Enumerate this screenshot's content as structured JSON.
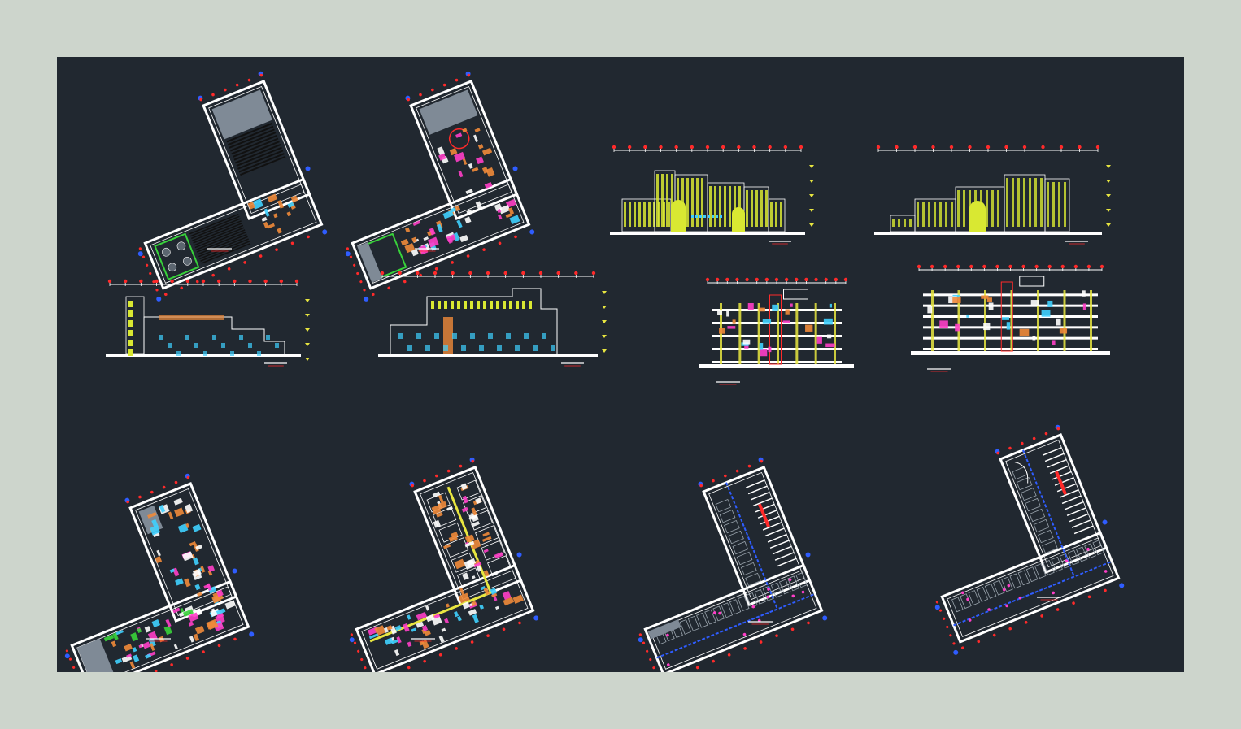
{
  "colors": {
    "frame": "#cdd5cc",
    "canvas": "#212830",
    "wall": "#ffffff",
    "gray_area": "#7f8a96",
    "dim_red": "#ff2a2a",
    "axis_blue": "#2f5dff",
    "glass_yellow": "#d9e832",
    "section_yellow": "#e8e640",
    "orange": "#f08a3a",
    "magenta": "#ff3ec8",
    "cyan": "#3fd0ff",
    "green": "#38d23a"
  },
  "drawings": {
    "plans_top": [
      {
        "id": "plan-1"
      },
      {
        "id": "plan-2"
      }
    ],
    "elevations_top": [
      {
        "id": "elevation-1"
      },
      {
        "id": "elevation-2"
      }
    ],
    "elevations_mid": [
      {
        "id": "elevation-3"
      },
      {
        "id": "elevation-4"
      }
    ],
    "sections_mid": [
      {
        "id": "section-1"
      },
      {
        "id": "section-2"
      }
    ],
    "plans_bottom": [
      {
        "id": "plan-3"
      },
      {
        "id": "plan-4"
      },
      {
        "id": "plan-5"
      },
      {
        "id": "plan-6"
      }
    ]
  }
}
